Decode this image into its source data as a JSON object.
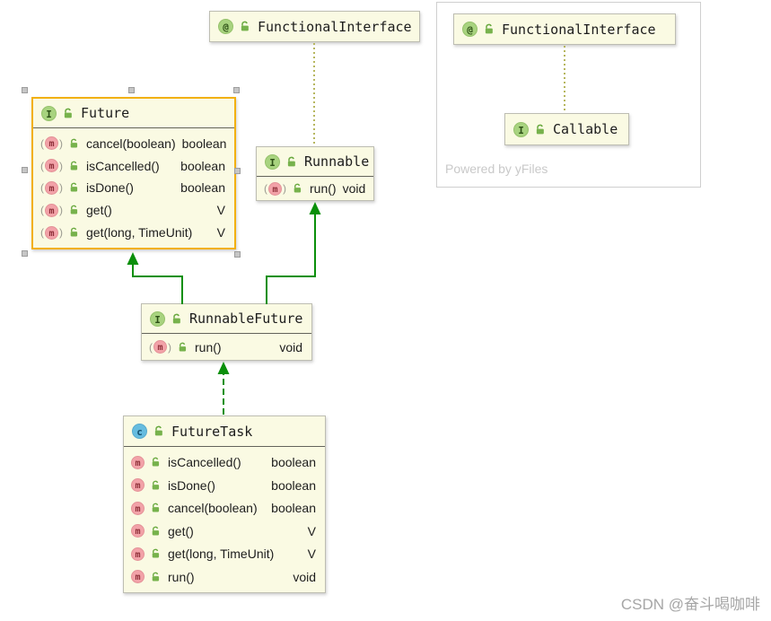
{
  "icons": {
    "interface_letter": "I",
    "class_letter": "c",
    "method_letter": "m",
    "annotation_symbol": "@"
  },
  "colors": {
    "box_background": "#fafae3",
    "selected_border": "#f2b011",
    "inheritance_edge_green": "#0a8f0a",
    "annotation_edge_olive": "#b6b65e",
    "interface_icon_green": "#a8d37f",
    "class_icon_blue": "#66bcdf",
    "method_icon_pink": "#f2a2a8"
  },
  "yfiles_panel": {
    "powered_by": "Powered by yFiles"
  },
  "watermark": "CSDN @奋斗喝咖啡",
  "boxes": {
    "functional_interface_1": {
      "title": "FunctionalInterface"
    },
    "functional_interface_2": {
      "title": "FunctionalInterface"
    },
    "callable": {
      "title": "Callable"
    },
    "future": {
      "title": "Future",
      "methods": [
        {
          "name": "cancel(boolean)",
          "type": "boolean"
        },
        {
          "name": "isCancelled()",
          "type": "boolean"
        },
        {
          "name": "isDone()",
          "type": "boolean"
        },
        {
          "name": "get()",
          "type": "V"
        },
        {
          "name": "get(long, TimeUnit)",
          "type": "V"
        }
      ]
    },
    "runnable": {
      "title": "Runnable",
      "methods": [
        {
          "name": "run()",
          "type": "void"
        }
      ]
    },
    "runnable_future": {
      "title": "RunnableFuture",
      "methods": [
        {
          "name": "run()",
          "type": "void"
        }
      ]
    },
    "future_task": {
      "title": "FutureTask",
      "methods": [
        {
          "name": "isCancelled()",
          "type": "boolean"
        },
        {
          "name": "isDone()",
          "type": "boolean"
        },
        {
          "name": "cancel(boolean)",
          "type": "boolean"
        },
        {
          "name": "get()",
          "type": "V"
        },
        {
          "name": "get(long, TimeUnit)",
          "type": "V"
        },
        {
          "name": "run()",
          "type": "void"
        }
      ]
    }
  }
}
